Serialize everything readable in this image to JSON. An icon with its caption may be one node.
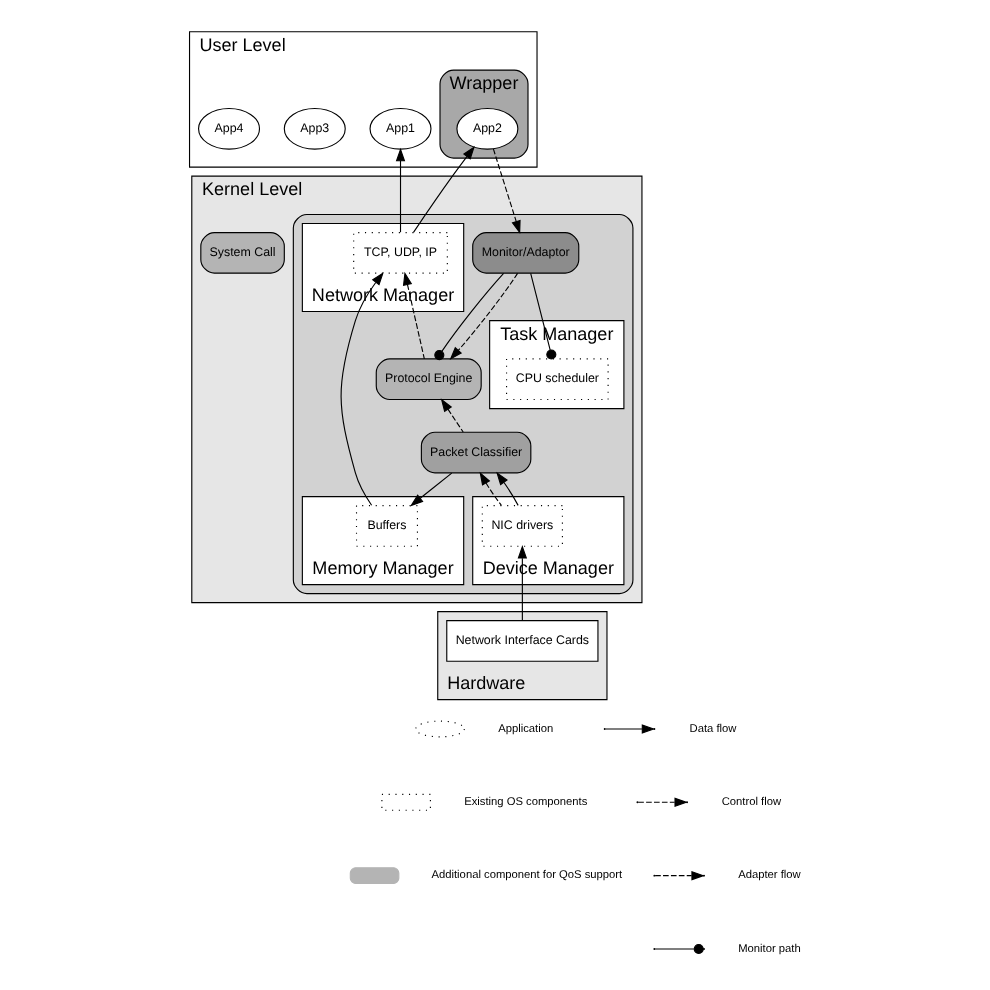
{
  "diagram": {
    "nodes": [
      {
        "text": [
          "User Level"
        ]
      },
      {
        "text": [
          "App1"
        ],
        "in": 0
      },
      {
        "text": [
          "Wrapper"
        ],
        "in": 0
      },
      {
        "text": [
          "App2"
        ],
        "in": 2
      },
      {
        "text": [
          "App3"
        ],
        "in": 0
      },
      {
        "text": [
          "App4"
        ],
        "in": 0
      },
      {
        "text": [
          "Kernel Level"
        ]
      },
      {
        "text": [
          "System Call"
        ],
        "in": 6
      },
      {
        "text": [],
        "shape": "box",
        "in": 6
      },
      {
        "text": [
          "Network Manager"
        ],
        "in": 8
      },
      {
        "text": [
          "TCP, UDP, IP"
        ],
        "in": 9
      },
      {
        "text": [
          "Monitor/Adaptor"
        ],
        "in": 8
      },
      {
        "text": [
          "Task Manager"
        ],
        "in": 8
      },
      {
        "text": [
          "CPU scheduler"
        ],
        "in": 12
      },
      {
        "text": [
          "Protocol Engine"
        ],
        "in": 8
      },
      {
        "text": [
          "Memory Manager"
        ],
        "in": 8
      },
      {
        "text": [
          "Buffers"
        ],
        "in": 15
      },
      {
        "text": [
          "Packet Classifier"
        ],
        "in": 8
      },
      {
        "text": [
          "Device Manager"
        ],
        "in": 8
      },
      {
        "text": [
          "NIC drivers"
        ],
        "in": 18
      },
      {
        "text": [
          "Hardware"
        ]
      },
      {
        "text": [
          "Network Interface Cards"
        ],
        "in": 20
      }
    ],
    "edges": [
      {
        "from": 10,
        "to": 1,
        "arrow": "to"
      },
      {
        "from": 10,
        "to": 3,
        "arrow": "to"
      },
      {
        "from": 3,
        "to": 11,
        "arrow": "to",
        "style": "dashed"
      },
      {
        "from": 11,
        "to": 13,
        "arrow": "other"
      },
      {
        "from": 11,
        "to": 14,
        "arrow": "other"
      },
      {
        "from": 11,
        "to": 14,
        "arrow": "to",
        "style": "dashed"
      },
      {
        "from": 14,
        "to": 10,
        "arrow": "to",
        "style": "dashed"
      },
      {
        "from": 17,
        "to": 14,
        "arrow": "to",
        "style": "dashed"
      },
      {
        "from": 17,
        "to": 16,
        "arrow": "to"
      },
      {
        "from": 16,
        "to": 10,
        "arrow": "to"
      },
      {
        "from": 19,
        "to": 17,
        "arrow": "to",
        "style": "dashed"
      },
      {
        "from": 19,
        "to": 17,
        "arrow": "to"
      },
      {
        "from": 21,
        "to": 19,
        "arrow": "to"
      }
    ],
    "legend": [
      {
        "text": "Application"
      },
      {
        "text": "Existing OS components"
      },
      {
        "text": "Additional component for QoS support"
      },
      {
        "text": "Data flow"
      },
      {
        "text": "Control flow"
      },
      {
        "text": "Adapter flow"
      },
      {
        "text": "Monitor path"
      }
    ]
  }
}
